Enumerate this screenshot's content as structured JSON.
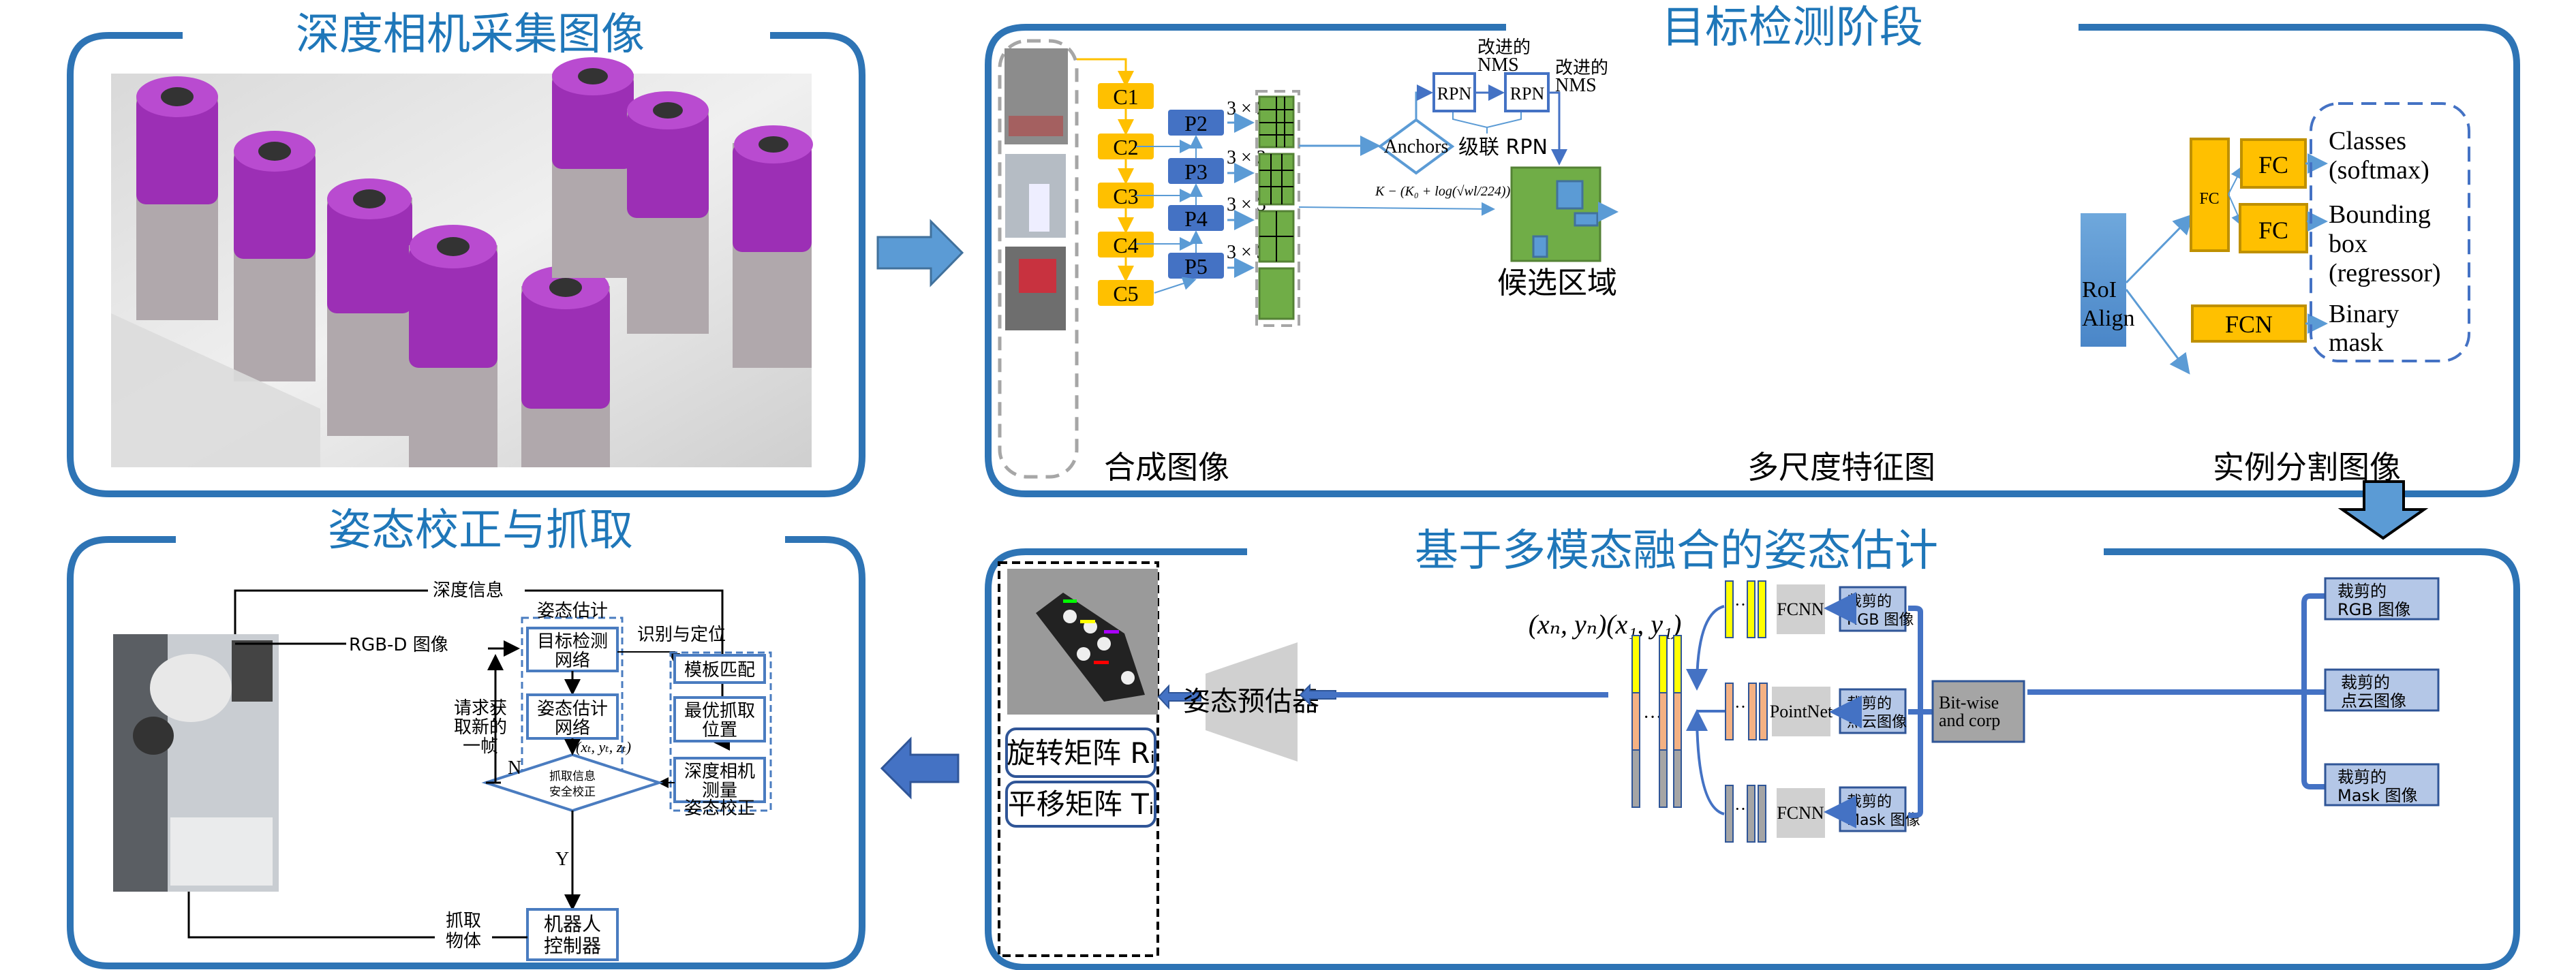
{
  "panels": {
    "capture": {
      "title": "深度相机采集图像"
    },
    "detection": {
      "title": "目标检测阶段",
      "backbone": [
        "C1",
        "C2",
        "C3",
        "C4",
        "C5"
      ],
      "fpn": [
        "P2",
        "P3",
        "P4",
        "P5"
      ],
      "conv_labels": [
        "3 × 3",
        "3 × 3",
        "3 × 3",
        "3 × 3"
      ],
      "anchors_label": "Anchors",
      "rpn_labels": [
        "RPN",
        "RPN"
      ],
      "nms_label_1_line1": "改进的",
      "nms_label_1_line2": "NMS",
      "nms_label_2_line1": "改进的",
      "nms_label_2_line2": "NMS",
      "cascade_label": "级联 RPN",
      "formula": "K − (K₀ + log(√wl/224))",
      "proposal_label": "候选区域",
      "roi_align_line1": "RoI",
      "roi_align_line2": "Align",
      "fc_small": "FC",
      "fc_heads": [
        "FC",
        "FC"
      ],
      "fcn_label": "FCN",
      "outputs": {
        "classes_line1": "Classes",
        "classes_line2": "(softmax)",
        "bbox_line1": "Bounding",
        "bbox_line2": "box",
        "bbox_line3": "(regressor)",
        "mask_line1": "Binary",
        "mask_line2": "mask"
      },
      "caption_synth": "合成图像",
      "caption_features": "多尺度特征图",
      "caption_instance": "实例分割图像"
    },
    "grasp": {
      "title": "姿态校正与抓取",
      "depth_info": "深度信息",
      "rgbd": "RGB-D 图像",
      "pose_est_group": "姿态估计",
      "det_net_line1": "目标检测",
      "det_net_line2": "网络",
      "pose_net_line1": "姿态估计",
      "pose_net_line2": "网络",
      "recog_locate": "识别与定位",
      "template_match": "模板匹配",
      "opt_grasp_line1": "最优抓取",
      "opt_grasp_line2": "位置",
      "depth_cam_line1": "深度相机",
      "depth_cam_line2": "测量",
      "pose_corr_group": "姿态校正",
      "request_line1": "请求获",
      "request_line2": "取新的",
      "request_line3": "一帧",
      "coords": "(xₜ, yₜ, zₜ)",
      "decision_line1": "抓取信息",
      "decision_line2": "安全校正",
      "no": "N",
      "yes": "Y",
      "grasp_obj_line1": "抓取",
      "grasp_obj_line2": "物体",
      "robot_line1": "机器人",
      "robot_line2": "控制器"
    },
    "fusion": {
      "title": "基于多模态融合的姿态估计",
      "rotation": "旋转矩阵 Rᵢ",
      "translation": "平移矩阵 Tᵢ",
      "estimator": "姿态预估器",
      "coord_label": "(xₙ, yₙ)(x₁, y₁)",
      "ellipsis": "···",
      "encoders": [
        "FCNN",
        "PointNet",
        "FCNN"
      ],
      "crops_mid": [
        {
          "line1": "裁剪的",
          "line2": "RGB 图像"
        },
        {
          "line1": "裁剪的",
          "line2": "点云图像"
        },
        {
          "line1": "裁剪的",
          "line2": "Mask 图像"
        }
      ],
      "bitwise_line1": "Bit-wise",
      "bitwise_line2": "and corp",
      "crops_right": [
        {
          "line1": "裁剪的",
          "line2": "RGB 图像"
        },
        {
          "line1": "裁剪的",
          "line2": "点云图像"
        },
        {
          "line1": "裁剪的",
          "line2": "Mask 图像"
        }
      ]
    }
  },
  "colors": {
    "panel_border": "#2e74b5",
    "title": "#1f77b9",
    "backbone": "#ffc000",
    "fpn": "#4472c4",
    "feature_green": "#70ad47",
    "arrow_blue": "#5b9bd5",
    "crop_box": "#b4c7e7",
    "encoder_gray": "#d0d0d0",
    "yellow_feat": "#ffff00",
    "orange_feat": "#f4b183",
    "gray_feat": "#a5a5a5"
  }
}
